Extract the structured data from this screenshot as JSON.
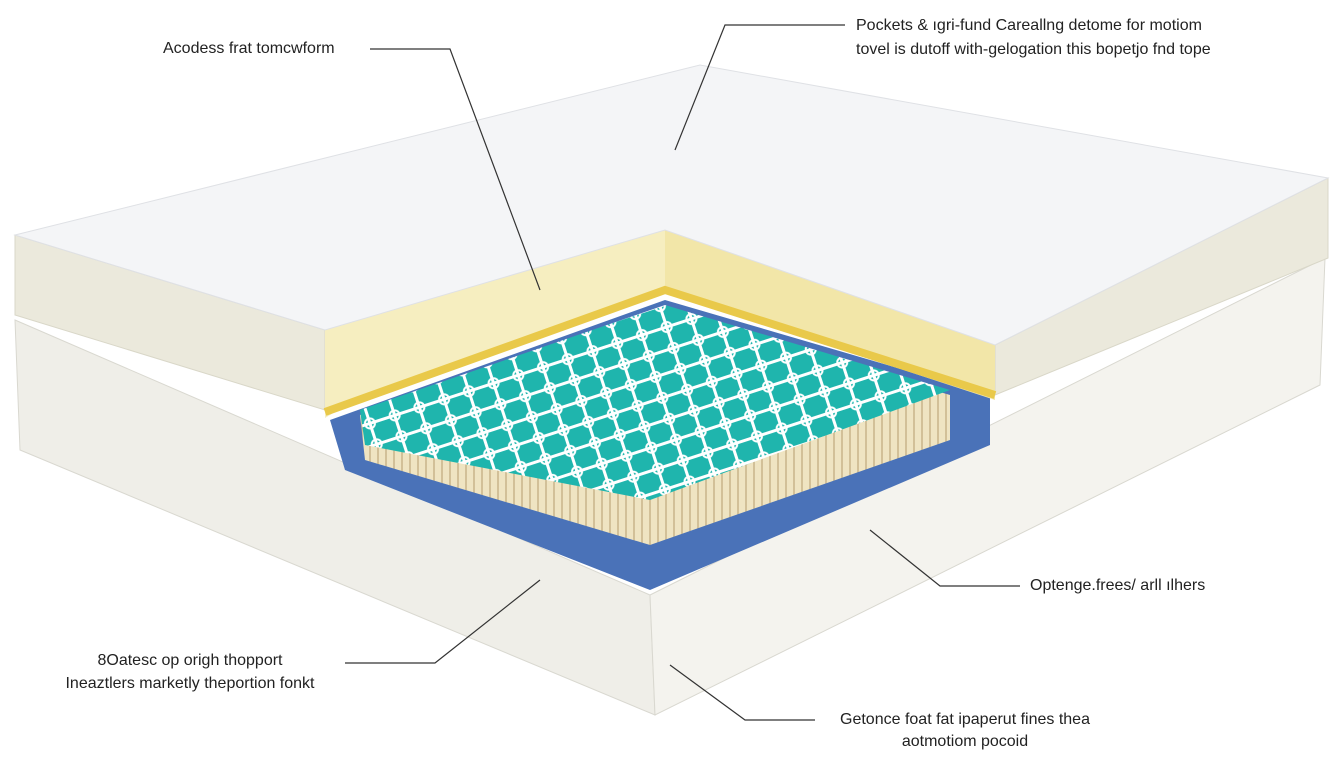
{
  "labels": {
    "top_left": "Acodess frat tomcwform",
    "top_right": [
      "Pockets & ıgri-fund Careallng detome for motiom",
      "tovel is dutoff with-gelogation this bopetjo fnd tope"
    ],
    "right_middle": "Optenge.frees/ arll ılhers",
    "bottom_left": [
      "8Oatesc op origh thopport",
      "Ineaztlers marketly theportion fonkt"
    ],
    "bottom_right": [
      "Getonce foat fat ipaperut fines thea",
      "aotmotiom pocoid"
    ]
  },
  "colors": {
    "cover": "#f4f5f7",
    "comfort_foam": "#f6eec0",
    "foam_edge": "#e9c94a",
    "springs": "#1fb5ad",
    "base_foam": "#4a72b8",
    "base": "#f1f0ea"
  }
}
